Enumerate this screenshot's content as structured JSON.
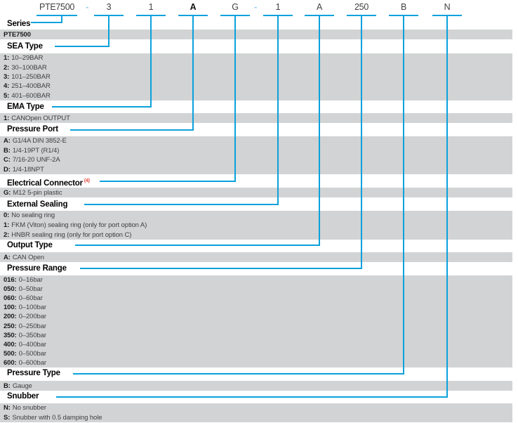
{
  "colors": {
    "accent": "#0ba1dc",
    "note": "#e8443b",
    "row_bg": "#d1d3d4",
    "code_text": "#414042"
  },
  "code_row": {
    "segments": [
      {
        "text": "PTE7500"
      },
      {
        "text": "-"
      },
      {
        "text": "3"
      },
      {
        "text": "1"
      },
      {
        "text": "A"
      },
      {
        "text": "G"
      },
      {
        "text": "-"
      },
      {
        "text": "1"
      },
      {
        "text": "A"
      },
      {
        "text": "250"
      },
      {
        "text": "B"
      },
      {
        "text": "N"
      }
    ]
  },
  "sections": [
    {
      "title": "Series",
      "options": [
        {
          "code": "PTE7500",
          "label": ""
        }
      ]
    },
    {
      "title": "SEA Type",
      "options": [
        {
          "code": "1:",
          "label": "10–29BAR"
        },
        {
          "code": "2:",
          "label": "30–100BAR"
        },
        {
          "code": "3:",
          "label": "101–250BAR"
        },
        {
          "code": "4:",
          "label": "251–400BAR"
        },
        {
          "code": "5:",
          "label": "401–600BAR"
        }
      ]
    },
    {
      "title": "EMA Type",
      "options": [
        {
          "code": "1:",
          "label": "CANOpen OUTPUT"
        }
      ]
    },
    {
      "title": "Pressure Port",
      "options": [
        {
          "code": "A:",
          "label": "G1/4A DIN 3852-E"
        },
        {
          "code": "B:",
          "label": "1/4-19PT (R1/4)"
        },
        {
          "code": "C:",
          "label": "7/16-20 UNF-2A"
        },
        {
          "code": "D:",
          "label": "1/4-18NPT"
        }
      ]
    },
    {
      "title": "Electrical Connector",
      "note": "(4)",
      "options": [
        {
          "code": "G:",
          "label": "M12 5-pin plastic"
        }
      ]
    },
    {
      "title": "External Sealing",
      "options": [
        {
          "code": "0:",
          "label": "No sealing ring"
        },
        {
          "code": "1:",
          "label": "FKM (Viton) sealing ring (only for port option A)"
        },
        {
          "code": "2:",
          "label": "HNBR sealing ring (only for port option C)"
        }
      ]
    },
    {
      "title": "Output Type",
      "options": [
        {
          "code": "A:",
          "label": "CAN Open"
        }
      ]
    },
    {
      "title": "Pressure Range",
      "options": [
        {
          "code": "016:",
          "label": "0–16bar"
        },
        {
          "code": "050:",
          "label": "0–50bar"
        },
        {
          "code": "060:",
          "label": "0–60bar"
        },
        {
          "code": "100:",
          "label": "0–100bar"
        },
        {
          "code": "200:",
          "label": "0–200bar"
        },
        {
          "code": "250:",
          "label": "0–250bar"
        },
        {
          "code": "350:",
          "label": "0–350bar"
        },
        {
          "code": "400:",
          "label": "0–400bar"
        },
        {
          "code": "500:",
          "label": "0–500bar"
        },
        {
          "code": "600:",
          "label": "0–600bar"
        }
      ]
    },
    {
      "title": "Pressure Type",
      "options": [
        {
          "code": "B:",
          "label": "Gauge"
        }
      ]
    },
    {
      "title": "Snubber",
      "options": [
        {
          "code": "N:",
          "label": "No snubber"
        },
        {
          "code": "S:",
          "label": "Snubber with 0.5 damping hole"
        }
      ]
    }
  ]
}
